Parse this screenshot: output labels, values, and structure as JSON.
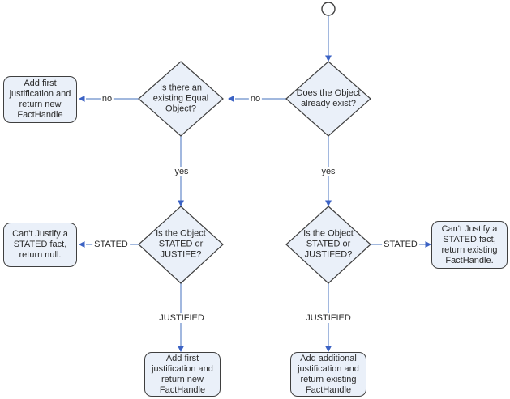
{
  "diagram": {
    "colors": {
      "background": "#ffffff",
      "shape_fill": "#eaf0f9",
      "shape_border": "#3f3f3f",
      "connector_line": "#82a0d4",
      "arrowhead": "#3b62c4",
      "text": "#2a2a2a"
    },
    "nodes": {
      "start": {
        "type": "start"
      },
      "object_exists": {
        "label": "Does the Object\nalready exist?"
      },
      "equal_object": {
        "label": "Is there an\nexisting Equal\nObject?"
      },
      "add_first_top": {
        "label": "Add first\njustification and\nreturn new\nFactHandle"
      },
      "stated_justife": {
        "label": "Is the Object\nSTATED or\nJUSTIFE?"
      },
      "stated_justifed": {
        "label": "Is the Object\nSTATED or\nJUSTIFED?"
      },
      "cant_justify_null": {
        "label": "Can't Justify a\nSTATED fact,\nreturn null."
      },
      "cant_justify_existing": {
        "label": "Can't Justify a\nSTATED fact,\nreturn existing\nFactHandle."
      },
      "add_first_bottom": {
        "label": "Add first\njustification and\nreturn new\nFactHandle"
      },
      "add_additional": {
        "label": "Add additional\njustification and\nreturn existing\nFactHandle"
      }
    },
    "edge_labels": {
      "exists_no": "no",
      "equal_no": "no",
      "exists_yes": "yes",
      "equal_yes": "yes",
      "stated_left": "STATED",
      "stated_right": "STATED",
      "justified_left": "JUSTIFIED",
      "justified_right": "JUSTIFIED"
    }
  }
}
